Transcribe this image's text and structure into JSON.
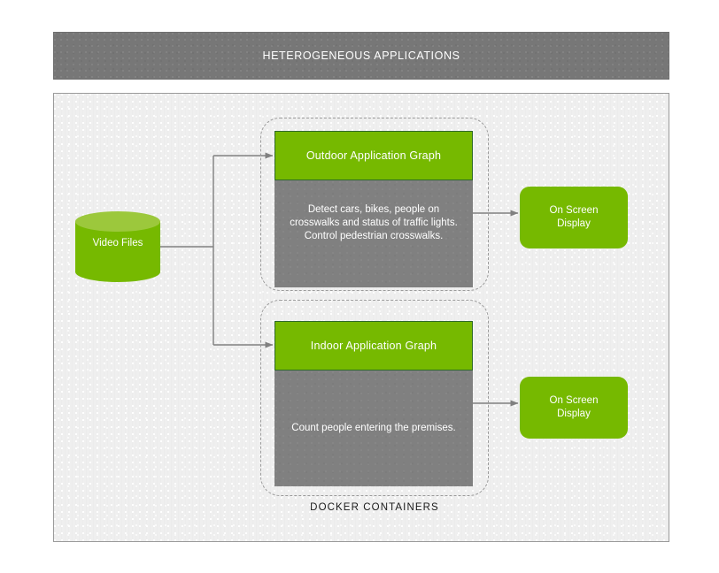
{
  "header": {
    "title": "HETEROGENEOUS APPLICATIONS"
  },
  "canvas": {
    "docker_caption": "DOCKER CONTAINERS"
  },
  "source": {
    "label": "Video Files",
    "shape": "cylinder"
  },
  "containers": [
    {
      "id": "outdoor",
      "header_label": "Outdoor Application Graph",
      "body_text": "Detect cars, bikes, people on\ncrosswalks and status of traffic lights.\nControl pedestrian crosswalks.",
      "output_label": "On Screen\nDisplay"
    },
    {
      "id": "indoor",
      "header_label": "Indoor Application Graph",
      "body_text": "Count people entering the premises.",
      "output_label": "On Screen\nDisplay"
    }
  ],
  "colors": {
    "green": "#76b900",
    "green_light": "#9cc83c",
    "gray_body": "#808080",
    "header_gray": "#777777",
    "canvas_bg": "#efefef",
    "wire": "#808080",
    "dashed_border": "#9b9b9b"
  }
}
